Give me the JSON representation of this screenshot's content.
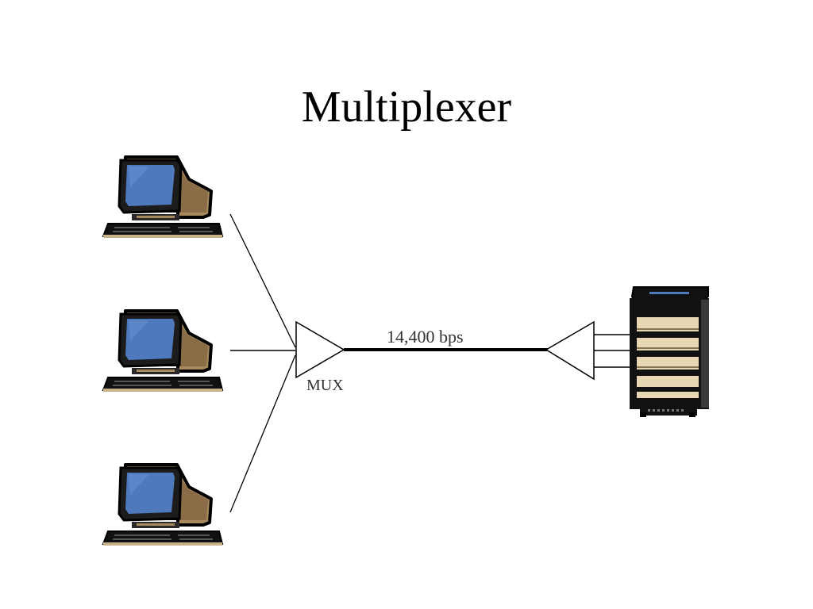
{
  "slide": {
    "title": "Multiplexer"
  },
  "diagram": {
    "link_label": "14,400 bps",
    "mux_label": "MUX",
    "terminals": [
      "terminal-top",
      "terminal-middle",
      "terminal-bottom"
    ],
    "host": "host-server",
    "icons": {
      "terminal": "desktop-computer-icon",
      "host": "server-tower-icon"
    },
    "colors": {
      "screen": "#4f79bd",
      "monitor_body": "#a88a5e",
      "monitor_shadow": "#7a6040",
      "server_panel": "#e8d7b5",
      "outline": "#000000"
    }
  }
}
